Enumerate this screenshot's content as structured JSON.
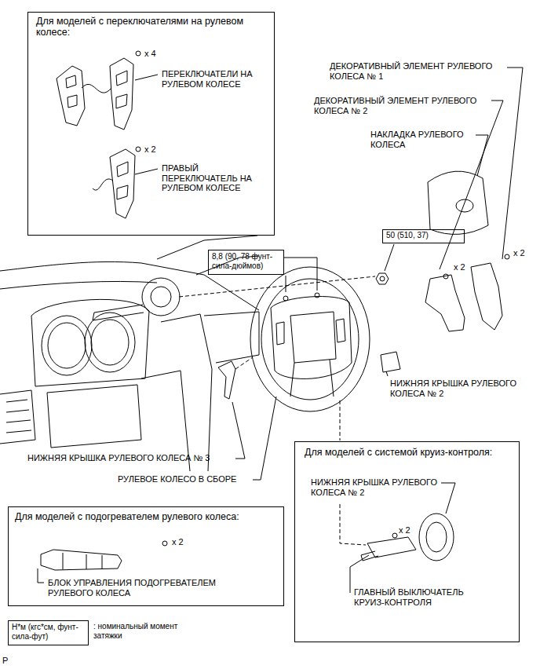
{
  "diagram": {
    "nodes": [
      {
        "text": [
          "Для моделей с переключателями на рулевом колесе:",
          "x 4",
          "ПЕРЕКЛЮЧАТЕЛИ НА РУЛЕВОМ КОЛЕСЕ",
          "x 2",
          "ПРАВЫЙ ПЕРЕКЛЮЧАТЕЛЬ НА РУЛЕВОМ КОЛЕСЕ"
        ]
      },
      {
        "text": [
          "50 (510, 37)"
        ]
      },
      {
        "text": [
          "8,8 (90, 78 фунт-сила-дюймов)"
        ]
      },
      {
        "text": [
          "Для моделей с системой круиз-контроля:",
          "НИЖНЯЯ КРЫШКА РУЛЕВОГО КОЛЕСА № 2",
          "x 2",
          "ГЛАВНЫЙ ВЫКЛЮЧАТЕЛЬ КРУИЗ-КОНТРОЛЯ"
        ]
      },
      {
        "text": [
          "Для моделей с подогревателем рулевого колеса:",
          "x 2",
          "БЛОК УПРАВЛЕНИЯ ПОДОГРЕВАТЕЛЕМ РУЛЕВОГО КОЛЕСА"
        ]
      },
      {
        "text": [
          "Н*м (кгс*см, фунт-сила-фут)",
          ": номинальный момент затяжки"
        ]
      }
    ],
    "labels": [
      "ДЕКОРАТИВНЫЙ ЭЛЕМЕНТ РУЛЕВОГО КОЛЕСА № 1",
      "ДЕКОРАТИВНЫЙ ЭЛЕМЕНТ РУЛЕВОГО КОЛЕСА № 2",
      "НАКЛАДКА РУЛЕВОГО КОЛЕСА",
      "x 2",
      "x 2",
      "НИЖНЯЯ КРЫШКА РУЛЕВОГО КОЛЕСА № 2",
      "НИЖНЯЯ КРЫШКА РУЛЕВОГО КОЛЕСА № 3",
      "РУЛЕВОЕ КОЛЕСО В СБОРЕ",
      "P"
    ]
  }
}
